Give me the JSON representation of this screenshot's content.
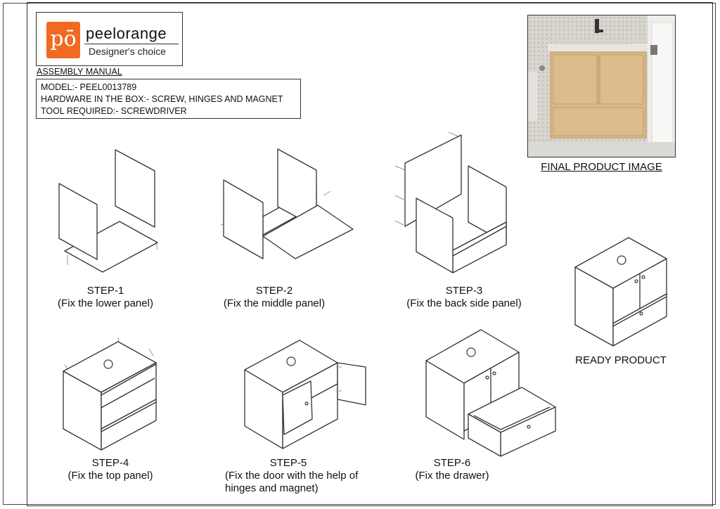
{
  "brand": {
    "logo_glyph": "pō",
    "name": "peelorange",
    "tagline": "Designer's choice",
    "accent_color": "#f26a21"
  },
  "manual": {
    "title": "ASSEMBLY MANUAL",
    "model": "MODEL:- PEEL0013789",
    "hardware": "HARDWARE IN THE BOX:- SCREW, HINGES AND MAGNET",
    "tool": "TOOL REQUIRED:- SCREWDRIVER"
  },
  "final_image": {
    "caption": "FINAL PRODUCT IMAGE"
  },
  "steps": [
    {
      "label": "STEP-1",
      "desc": "(Fix the lower panel)"
    },
    {
      "label": "STEP-2",
      "desc": "(Fix the middle panel)"
    },
    {
      "label": "STEP-3",
      "desc": "(Fix the back side panel)"
    },
    {
      "label": "STEP-4",
      "desc": "(Fix the top panel)"
    },
    {
      "label": "STEP-5",
      "desc": "(Fix the door with the help of",
      "desc2": "hinges and magnet)"
    },
    {
      "label": "STEP-6",
      "desc": "(Fix the drawer)"
    }
  ],
  "ready": {
    "label": "READY PRODUCT"
  }
}
